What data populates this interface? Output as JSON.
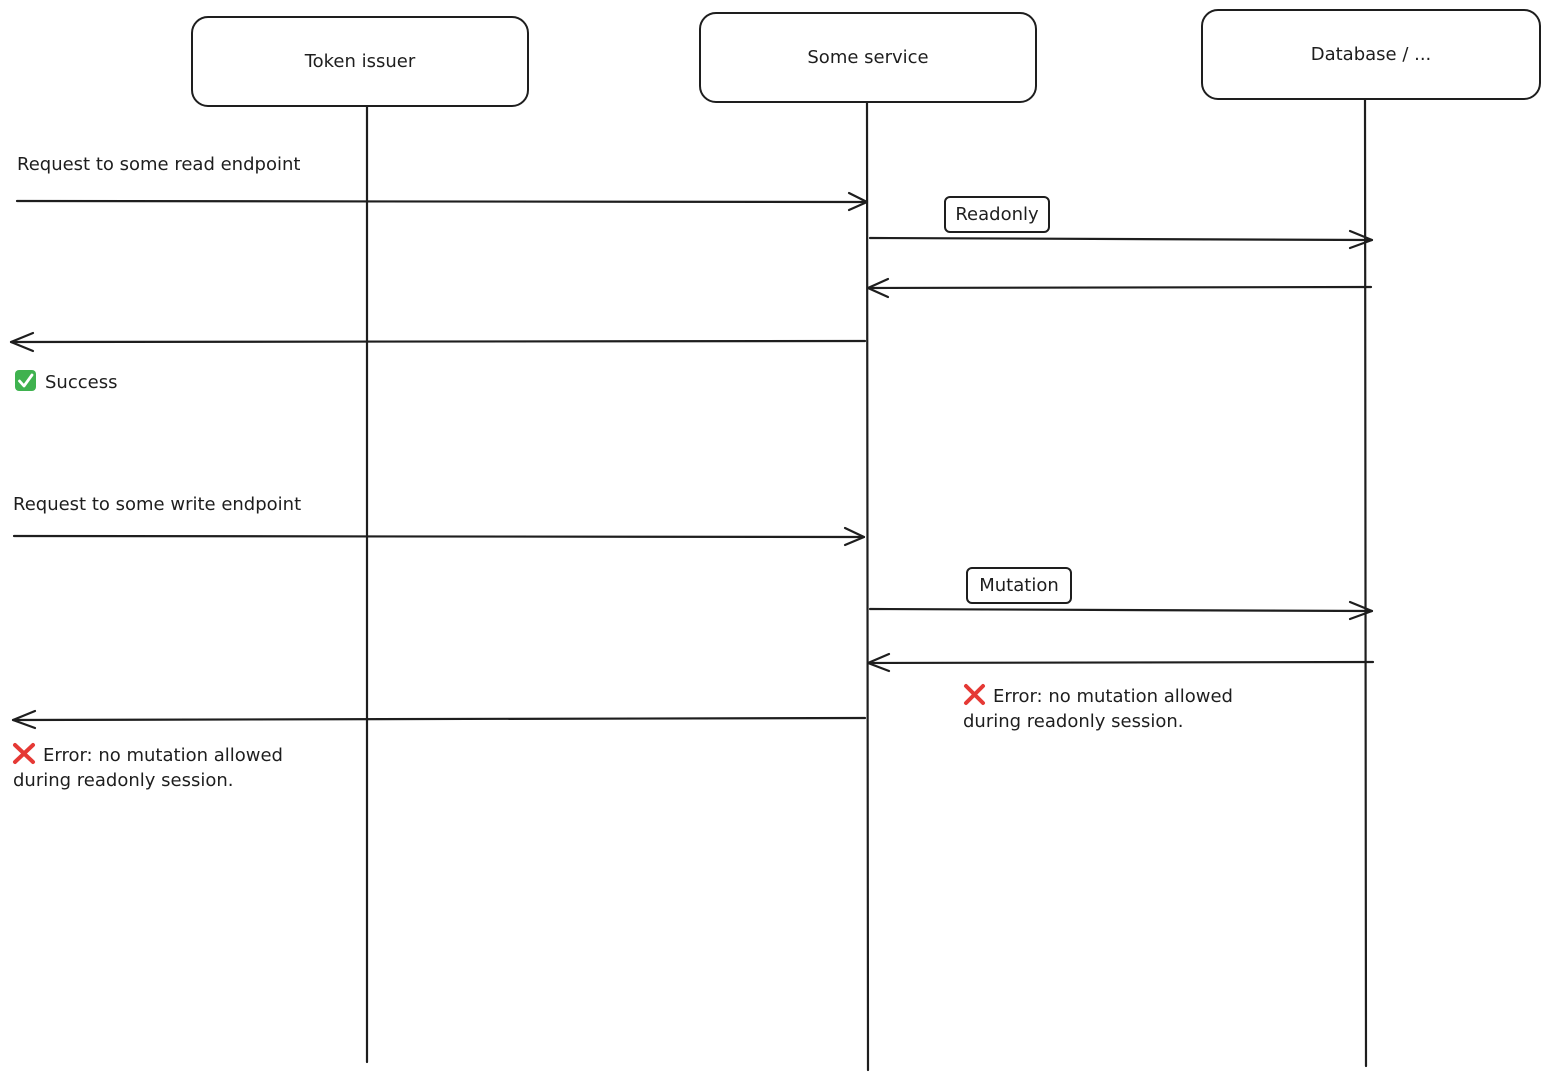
{
  "participants": [
    {
      "label": "Token issuer"
    },
    {
      "label": "Some service"
    },
    {
      "label": "Database / ..."
    }
  ],
  "flows": {
    "read_request": "Request to some read endpoint",
    "readonly_tag": "Readonly",
    "read_result": {
      "icon": "check-mark-icon",
      "text": "Success"
    },
    "write_request": "Request to some write endpoint",
    "mutation_tag": "Mutation",
    "db_error": {
      "icon": "cross-mark-icon",
      "line1": "Error: no mutation allowed",
      "line2": "during readonly session."
    },
    "client_error": {
      "icon": "cross-mark-icon",
      "line1": "Error: no mutation allowed",
      "line2": "during readonly session."
    }
  },
  "colors": {
    "ink": "#1e1e1e",
    "success_green": "#3fb24f",
    "error_red": "#e53935"
  }
}
